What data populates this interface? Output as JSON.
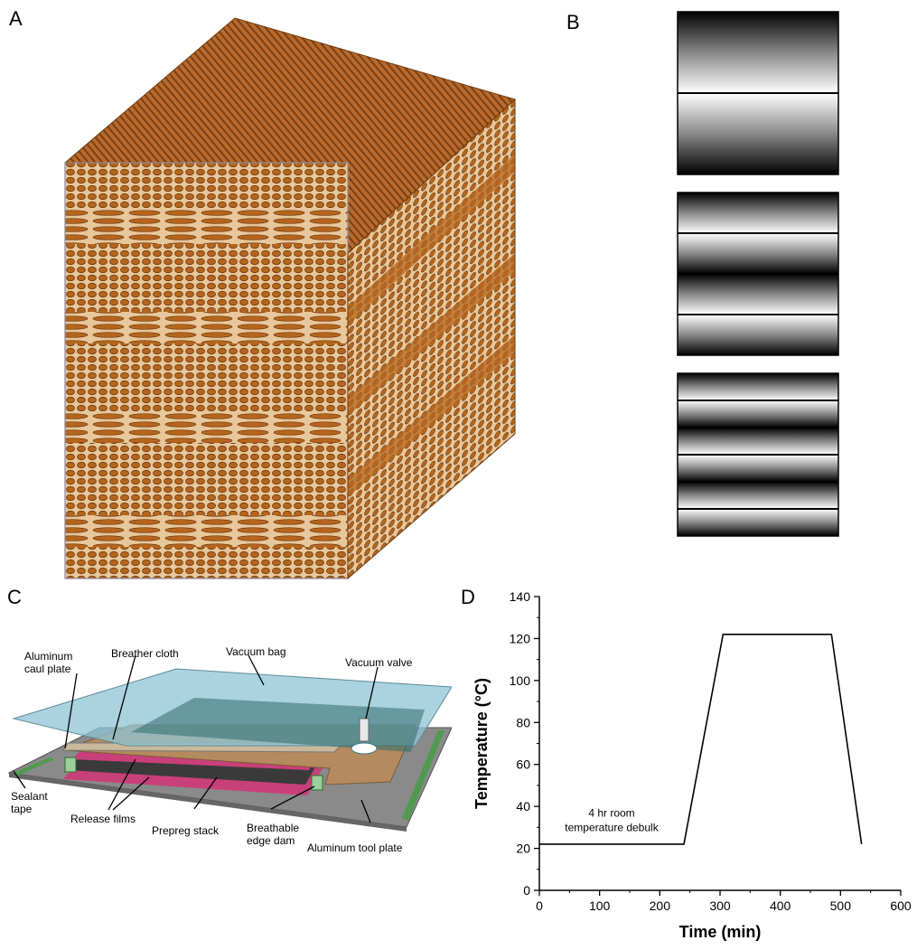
{
  "panels": {
    "a": {
      "letter": "A"
    },
    "b": {
      "letter": "B"
    },
    "c": {
      "letter": "C"
    },
    "d": {
      "letter": "D"
    }
  },
  "panel_b": {
    "gradients": [
      {
        "rows": 2
      },
      {
        "rows": 4
      },
      {
        "rows": 6
      }
    ]
  },
  "panel_c": {
    "labels": {
      "caul_plate_line1": "Aluminum",
      "caul_plate_line2": "caul plate",
      "breather_cloth": "Breather cloth",
      "vacuum_bag": "Vacuum bag",
      "vacuum_valve": "Vacuum valve",
      "sealant_line1": "Sealant",
      "sealant_line2": "tape",
      "release_films": "Release films",
      "prepreg_stack": "Prepreg stack",
      "edge_dam_line1": "Breathable",
      "edge_dam_line2": "edge dam",
      "tool_plate": "Aluminum tool plate"
    },
    "colors": {
      "vacuum_bag": "#8fc4d4",
      "breather": "#b58a5e",
      "release_film": "#c8407a",
      "prepreg": "#3a3a3a",
      "tool_plate": "#8a8a8a",
      "sealant": "#4f9a4f"
    }
  },
  "chart_data": {
    "type": "line",
    "title": "",
    "xlabel": "Time (min)",
    "ylabel": "Temperature (°C)",
    "xlim": [
      0,
      600
    ],
    "ylim": [
      0,
      140
    ],
    "xticks": [
      0,
      100,
      200,
      300,
      400,
      500,
      600
    ],
    "yticks": [
      0,
      20,
      40,
      60,
      80,
      100,
      120,
      140
    ],
    "series": [
      {
        "x": [
          0,
          240,
          305,
          485,
          535
        ],
        "y": [
          22,
          22,
          122,
          122,
          22
        ]
      }
    ],
    "annotations": [
      {
        "text_line1": "4 hr room",
        "text_line2": "temperature debulk",
        "x": 120,
        "y": 30
      }
    ],
    "grid": false
  }
}
